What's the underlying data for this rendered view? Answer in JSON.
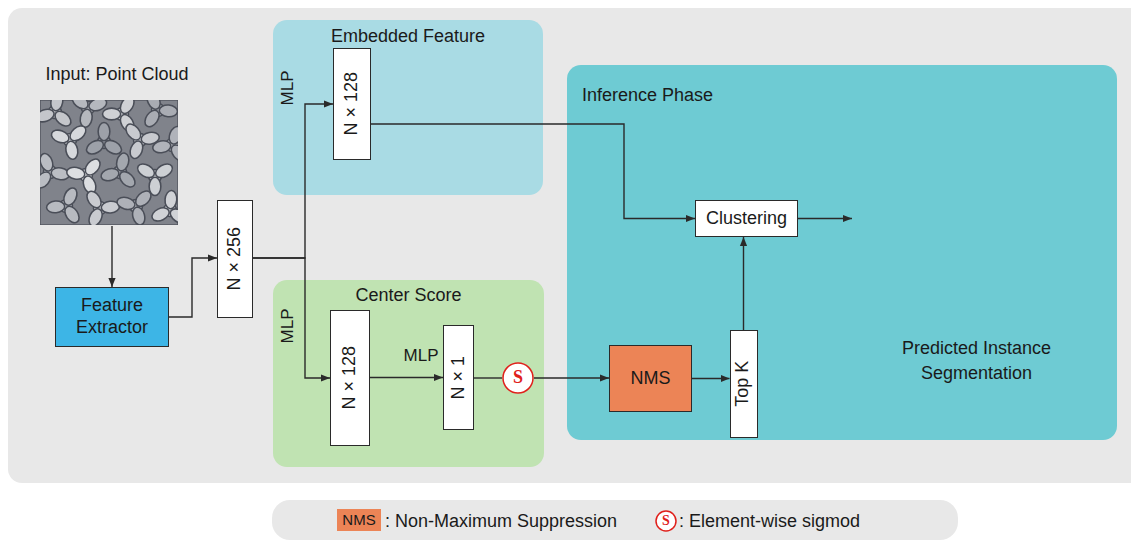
{
  "diagram": {
    "nodes": [
      {
        "text": [
          "Input: Point Cloud"
        ]
      },
      {
        "text": [
          "Feature Extractor"
        ]
      },
      {
        "text": [
          "N × 256"
        ]
      },
      {
        "text": [
          "Embedded Feature"
        ]
      },
      {
        "text": [
          "N × 128"
        ],
        "in": 3
      },
      {
        "text": [
          "Center Score"
        ]
      },
      {
        "text": [
          "N × 128"
        ],
        "in": 5
      },
      {
        "text": [
          "N × 1"
        ],
        "in": 5
      },
      {
        "text": [
          "S"
        ],
        "in": 5
      },
      {
        "text": [
          "Inference Phase"
        ]
      },
      {
        "text": [
          "Clustering"
        ],
        "in": 9
      },
      {
        "text": [
          "NMS"
        ],
        "in": 9
      },
      {
        "text": [
          "Top K"
        ],
        "in": 9
      },
      {
        "text": [
          "Predicted Instance Segmentation"
        ],
        "in": 9
      }
    ],
    "edges": [
      {
        "from": 0,
        "to": 1,
        "arrow": "to"
      },
      {
        "from": 1,
        "to": 2,
        "arrow": "to"
      },
      {
        "from": 2,
        "to": 4,
        "arrow": "to"
      },
      {
        "from": 2,
        "to": 6,
        "arrow": "to"
      },
      {
        "from": 4,
        "to": 10,
        "arrow": "to"
      },
      {
        "from": 6,
        "to": 7,
        "arrow": "to"
      },
      {
        "from": 7,
        "to": 8,
        "arrow": "none"
      },
      {
        "from": 8,
        "to": 11,
        "arrow": "to"
      },
      {
        "from": 11,
        "to": 12,
        "arrow": "to"
      },
      {
        "from": 12,
        "to": 10,
        "arrow": "to"
      },
      {
        "from": 10,
        "to": 13,
        "arrow": "to"
      }
    ],
    "labels": [
      "MLP",
      "MLP",
      "MLP",
      "NMS",
      "S"
    ],
    "legend": [
      {
        "text": ": Non-Maximum Suppression",
        "color": "#ec8456"
      },
      {
        "text": ": Element-wise sigmod"
      }
    ]
  }
}
